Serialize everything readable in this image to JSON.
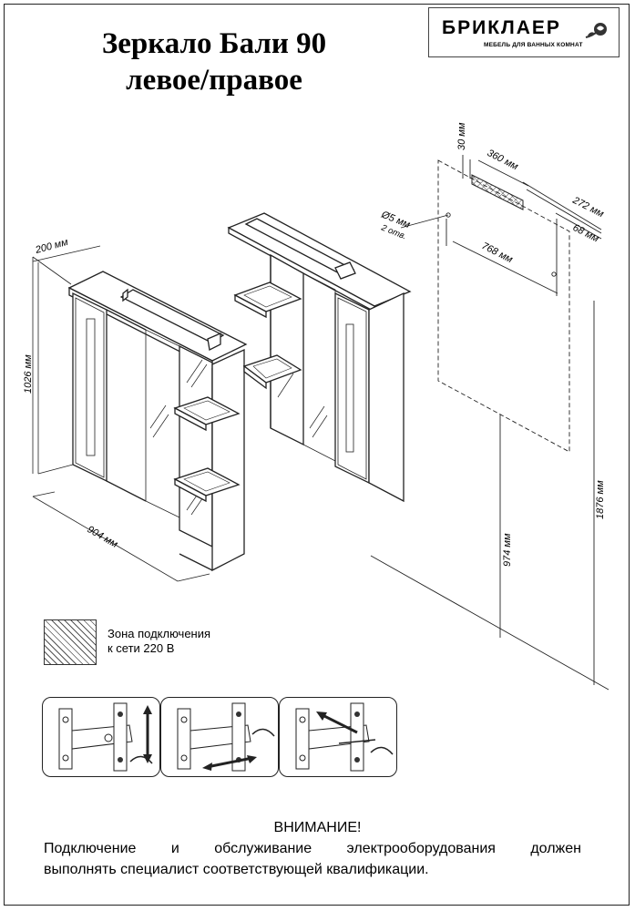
{
  "title": {
    "line1": "Зеркало Бали 90",
    "line2": "левое/правое"
  },
  "logo": {
    "name": "БРИКЛАЕР",
    "tagline": "МЕБЕЛЬ ДЛЯ ВАННЫХ КОМНАТ"
  },
  "dimensions": {
    "depth": "200 мм",
    "height": "1026 мм",
    "width": "904 мм",
    "zone_height": "30 мм",
    "zone_width": "360 мм",
    "offset_right": "272 мм",
    "offset_small": "68 мм",
    "hole_diameter": "Ø5 мм",
    "hole_count": "2 отв.",
    "hole_spacing": "768 мм",
    "floor_to_hole": "974 мм",
    "floor_to_top": "1876 мм"
  },
  "legend": {
    "line1": "Зона подключения",
    "line2": "к сети 220 В"
  },
  "attention": {
    "title": "ВНИМАНИЕ!",
    "line1": "Подключение и обслуживание электрооборудования должен",
    "line2": "выполнять специалист соответствующей квалификации."
  }
}
